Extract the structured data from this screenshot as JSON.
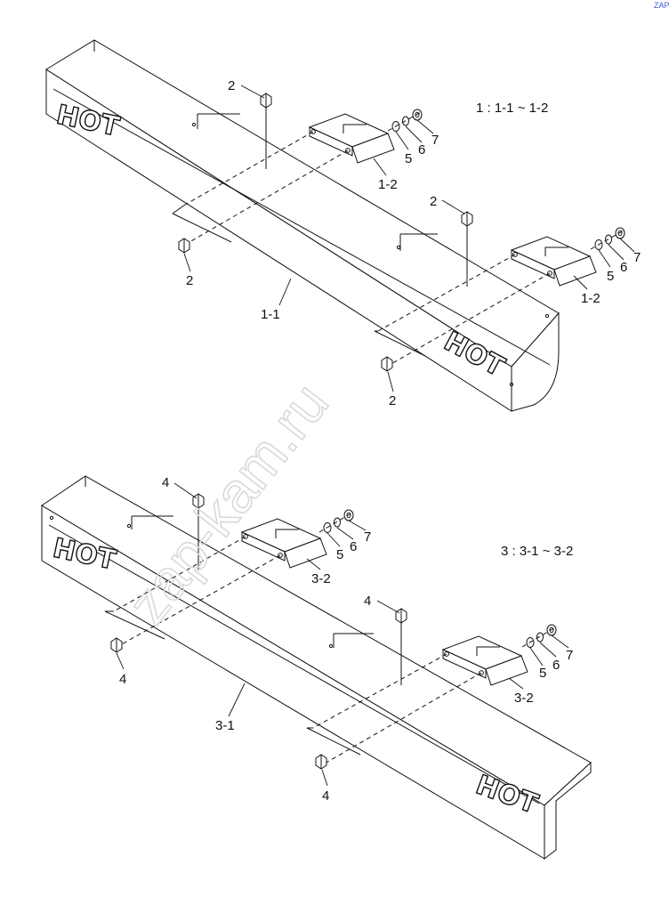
{
  "notes": {
    "upper": "1 : 1-1 ~ 1-2",
    "lower": "3 : 3-1 ~ 3-2"
  },
  "panel_stamp": "HOT",
  "watermark": "zap-kam.ru",
  "corner_mark": "ZAP",
  "labels": {
    "u_2_top": "2",
    "u_2_left": "2",
    "u_2_mid": "2",
    "u_2_bottom": "2",
    "u_5a": "5",
    "u_6a": "6",
    "u_7a": "7",
    "u_5b": "5",
    "u_6b": "6",
    "u_7b": "7",
    "u_1_2a": "1-2",
    "u_1_2b": "1-2",
    "u_1_1": "1-1",
    "l_4_top": "4",
    "l_4_left": "4",
    "l_4_mid": "4",
    "l_4_bottom": "4",
    "l_5a": "5",
    "l_6a": "6",
    "l_7a": "7",
    "l_5b": "5",
    "l_6b": "6",
    "l_7b": "7",
    "l_3_2a": "3-2",
    "l_3_2b": "3-2",
    "l_3_1": "3-1"
  }
}
